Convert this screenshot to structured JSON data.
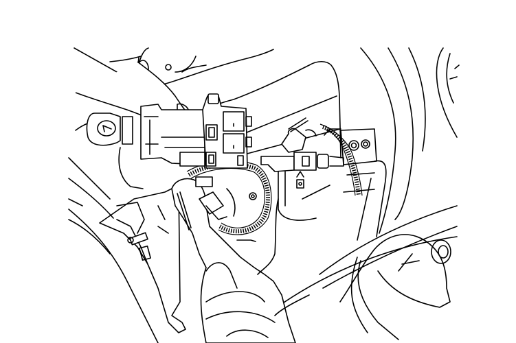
{
  "figure": {
    "type": "technical line illustration",
    "subject": "ignition key cylinder / switch assembly with wire harness connectors, hands removing connector",
    "colors": {
      "background": "#ffffff",
      "line": "#000000"
    },
    "components": [
      {
        "id": "key",
        "label": "ignition key"
      },
      {
        "id": "key-cylinder",
        "label": "key cylinder housing"
      },
      {
        "id": "switch-connector",
        "label": "ignition switch connector block"
      },
      {
        "id": "wire-harness",
        "label": "wire harness (corrugated)"
      },
      {
        "id": "sub-connector",
        "label": "harness connector"
      },
      {
        "id": "bracket-bolts",
        "label": "mounting bracket with two nuts"
      },
      {
        "id": "hand-upper",
        "label": "hand pressing connector"
      },
      {
        "id": "hand-lower",
        "label": "hand holding steering column cover"
      },
      {
        "id": "steering-column",
        "label": "steering column"
      }
    ]
  }
}
